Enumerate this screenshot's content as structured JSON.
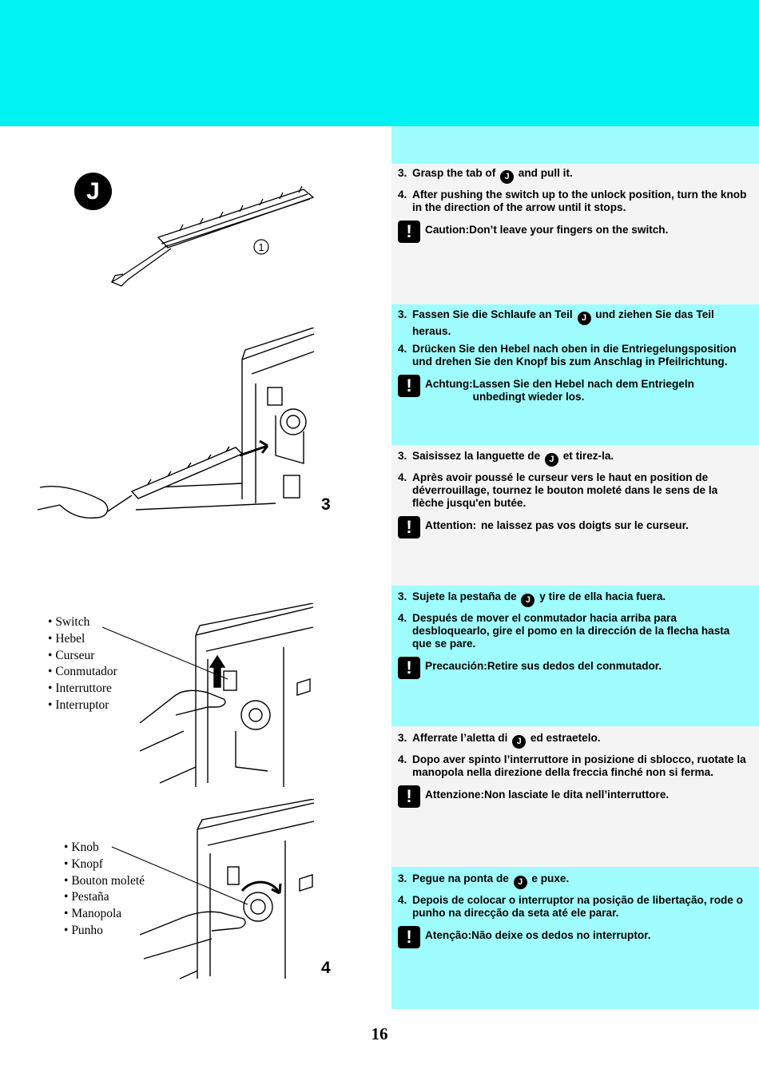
{
  "page_number": "16",
  "part_badge": "J",
  "callout_number": "1",
  "figure_steps": [
    "3",
    "4"
  ],
  "switch_labels": [
    "Switch",
    "Hebel",
    "Curseur",
    "Conmutador",
    "Interruttore",
    "Interruptor"
  ],
  "knob_labels": [
    "Knob",
    "Knopf",
    "Bouton moleté",
    "Pestaña",
    "Manopola",
    "Punho"
  ],
  "languages": [
    {
      "step3_before": "Grasp the tab of",
      "step3_after": "and pull it.",
      "step4": "After pushing the switch up to the unlock position, turn the knob in the direction of the arrow until it stops.",
      "caution_label": "Caution:",
      "caution_text": "Don’t leave your fingers on the switch."
    },
    {
      "step3_before": "Fassen Sie die Schlaufe an Teil",
      "step3_after": "und ziehen Sie das Teil heraus.",
      "step4": "Drücken Sie den Hebel nach oben in die Entriegelungsposition und drehen Sie den Knopf bis zum Anschlag in Pfeilrichtung.",
      "caution_label": "Achtung:",
      "caution_text": "Lassen Sie den Hebel nach dem Entriegeln unbedingt wieder los."
    },
    {
      "step3_before": "Saisissez la languette de",
      "step3_after": "et tirez-la.",
      "step4": "Après avoir poussé le curseur vers le haut en position de déverrouillage, tournez le bouton moleté dans le sens de la flèche jusqu'en butée.",
      "caution_label": "Attention:",
      "caution_text": "ne laissez pas vos doigts sur le curseur."
    },
    {
      "step3_before": "Sujete la pestaña de",
      "step3_after": "y tire de ella hacia fuera.",
      "step4": "Después de mover el conmutador hacia arriba para desbloquearlo, gire el pomo en la dirección de la flecha hasta que se pare.",
      "caution_label": "Precaución:",
      "caution_text": "Retire sus dedos del conmutador."
    },
    {
      "step3_before": "Afferrate l’aletta di",
      "step3_after": "ed estraetelo.",
      "step4": "Dopo aver spinto l’interruttore in posizione di sblocco, ruotate la manopola nella direzione della freccia finché non si ferma.",
      "caution_label": "Attenzione:",
      "caution_text": "Non lasciate le dita nell’interruttore."
    },
    {
      "step3_before": "Pegue na ponta de",
      "step3_after": "e puxe.",
      "step4": "Depois de colocar o interruptor na posição de libertação, rode o punho na direcção da seta até ele parar.",
      "caution_label": "Atenção:",
      "caution_text": "Não deixe os dedos no interruptor."
    }
  ]
}
